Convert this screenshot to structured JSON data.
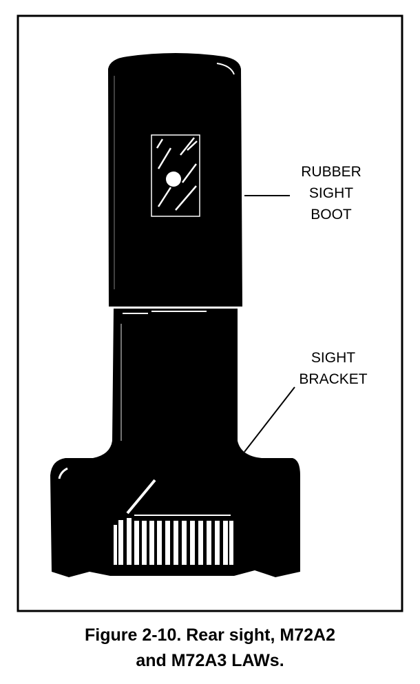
{
  "figure": {
    "labels": {
      "boot": [
        "RUBBER",
        "SIGHT",
        "BOOT"
      ],
      "bracket": [
        "SIGHT",
        "BRACKET"
      ]
    },
    "caption": {
      "line1": "Figure 2-10.  Rear sight, M72A2",
      "line2": "and M72A3 LAWs."
    }
  }
}
